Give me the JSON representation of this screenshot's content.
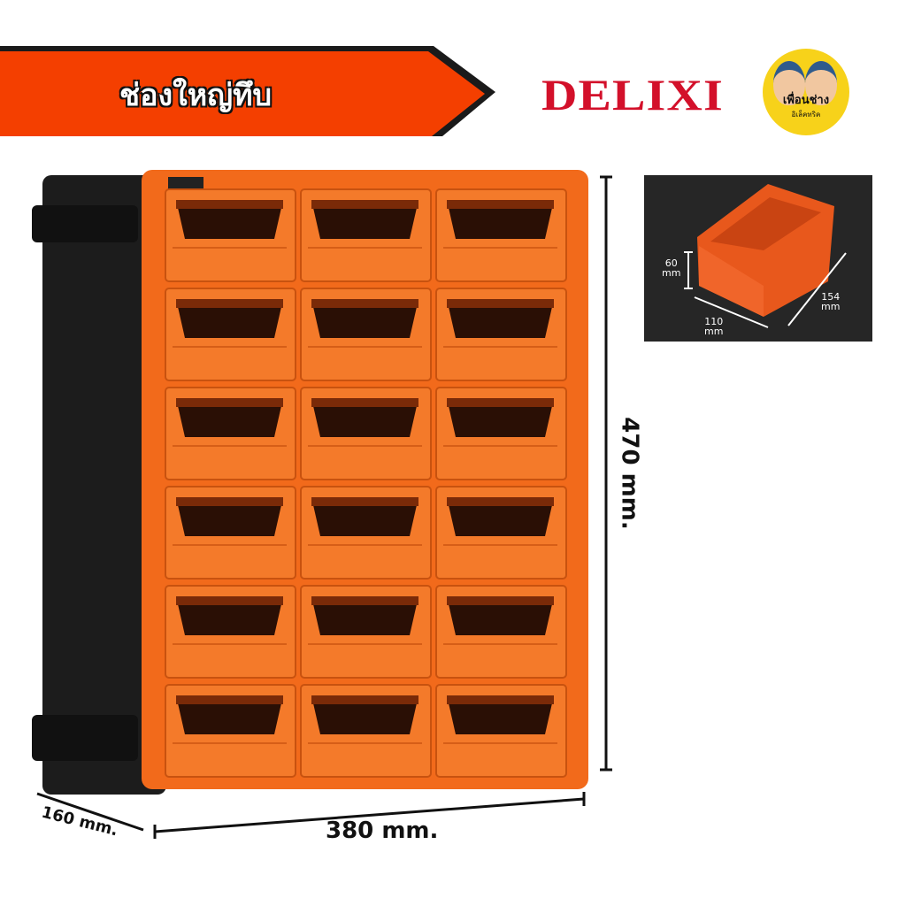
{
  "banner": {
    "title": "ช่องใหญ่ทึบ",
    "color": "#f43f00"
  },
  "brand": {
    "logo_text": "DELIXI",
    "color": "#d3102a"
  },
  "badge": {
    "line1": "เพื่อนช่าง",
    "line2": "อิเล็คทริค",
    "color": "#f7d21a"
  },
  "product": {
    "drawer_rows": 6,
    "drawer_cols": 3,
    "front_color": "#f26a1b",
    "body_color": "#1a1a1a"
  },
  "dimensions": {
    "height": "470 mm.",
    "width": "380 mm.",
    "depth": "160 mm."
  },
  "drawer_detail": {
    "height_value": "60",
    "height_unit": "mm",
    "width_value": "110",
    "width_unit": "mm",
    "depth_value": "154",
    "depth_unit": "mm"
  }
}
